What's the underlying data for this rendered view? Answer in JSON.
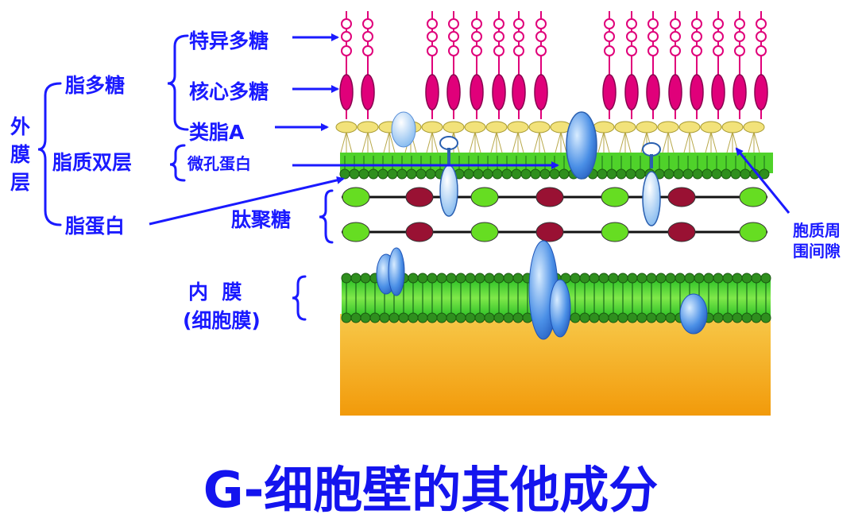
{
  "title": "G-细胞壁的其他成分",
  "labels": {
    "outer_membrane_col": [
      "外",
      "膜",
      "层"
    ],
    "lps": "脂多糖",
    "specific_polysaccharide": "特异多糖",
    "core_polysaccharide": "核心多糖",
    "lipid_a": "类脂A",
    "lipid_bilayer": "脂质双层",
    "porin": "微孔蛋白",
    "lipoprotein": "脂蛋白",
    "peptidoglycan": "肽聚糖",
    "inner_membrane_1": "内  膜",
    "inner_membrane_2": "(细胞膜)",
    "periplasm_1": "胞质周",
    "periplasm_2": "围间隙"
  },
  "colors": {
    "label_blue": "#1a1aff",
    "magenta": "#e0007a",
    "lipid_yellow": "#f2e27a",
    "membrane_green": "#33cc22",
    "bead_green": "#2f8f1e",
    "peptido_green": "#66dd22",
    "peptido_red": "#991133",
    "protein_blue": "#3a7fe0",
    "cytoplasm_orange": "#f2a712"
  }
}
